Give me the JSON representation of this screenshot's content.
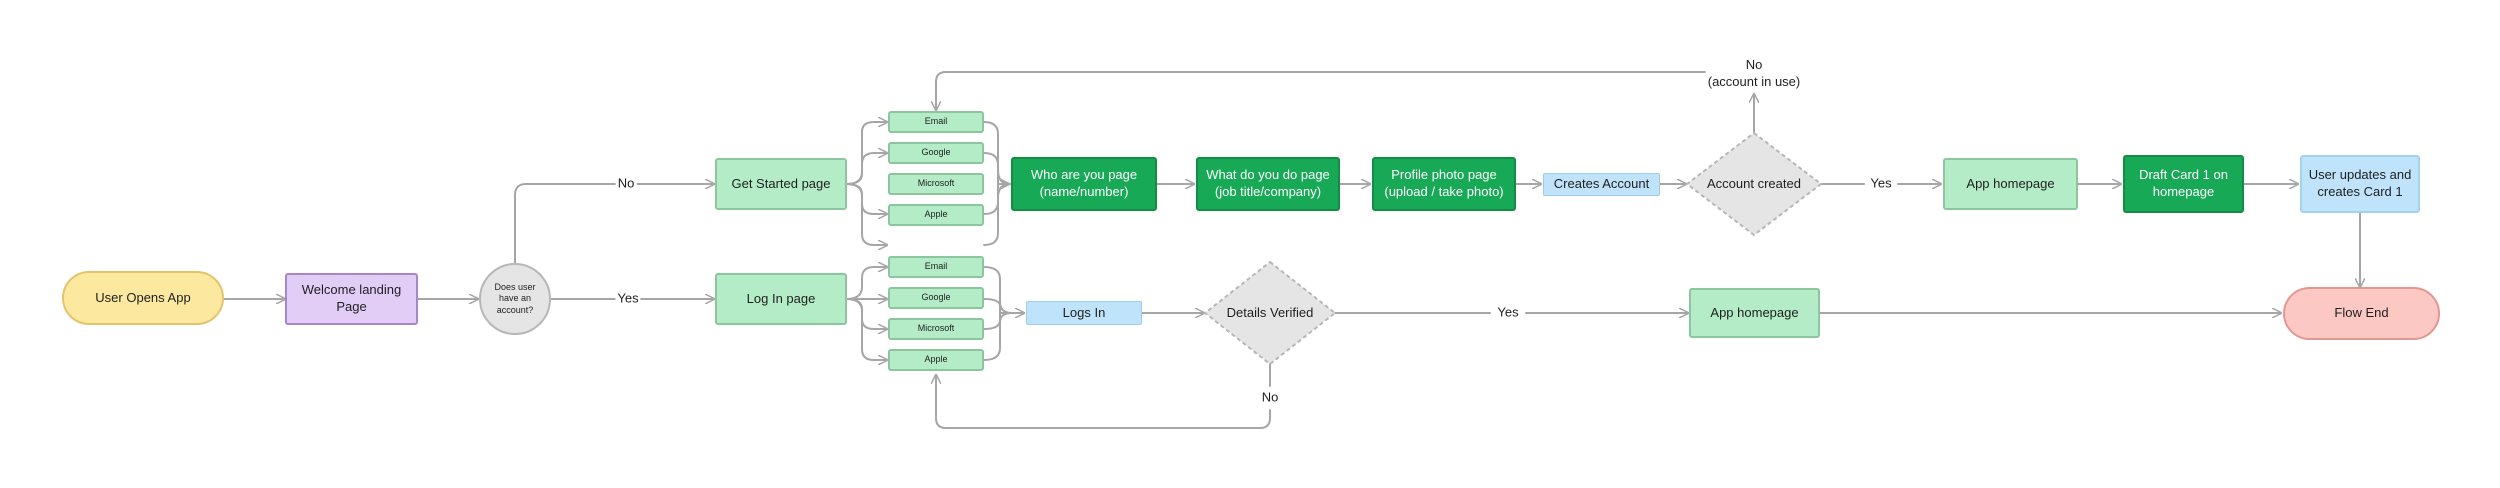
{
  "nodes": {
    "start": "User Opens App",
    "welcome": "Welcome landing Page",
    "has_account": "Does user have an account?",
    "get_started": "Get Started page",
    "login_page": "Log In page",
    "signup_email": "Email",
    "signup_google": "Google",
    "signup_microsoft": "Microsoft",
    "signup_apple": "Apple",
    "login_email": "Email",
    "login_google": "Google",
    "login_microsoft": "Microsoft",
    "login_apple": "Apple",
    "who_are_you": "Who are you page (name/number)",
    "what_do_you_do": "What do you do page (job title/company)",
    "profile_photo": "Profile photo page (upload / take photo)",
    "creates_account": "Creates Account",
    "account_created": "Account created",
    "logs_in": "Logs In",
    "details_verified": "Details Verified",
    "app_homepage_top": "App homepage",
    "app_homepage_bottom": "App homepage",
    "draft_card": "Draft Card 1 on homepage",
    "user_updates": "User updates and creates Card 1",
    "flow_end": "Flow End"
  },
  "edge_labels": {
    "no_account": "No",
    "yes_account": "Yes",
    "account_in_use": "No\n(account in use)",
    "account_created_yes": "Yes",
    "verified_yes": "Yes",
    "verified_no": "No"
  },
  "colors": {
    "start": "#fde8a0",
    "welcome": "#e2cdf6",
    "decision": "#e5e5e5",
    "light_green": "#b3ecc6",
    "dark_green": "#17a955",
    "blue": "#bfe3fa",
    "end": "#fbc8c3",
    "line": "#a6a6a6"
  }
}
